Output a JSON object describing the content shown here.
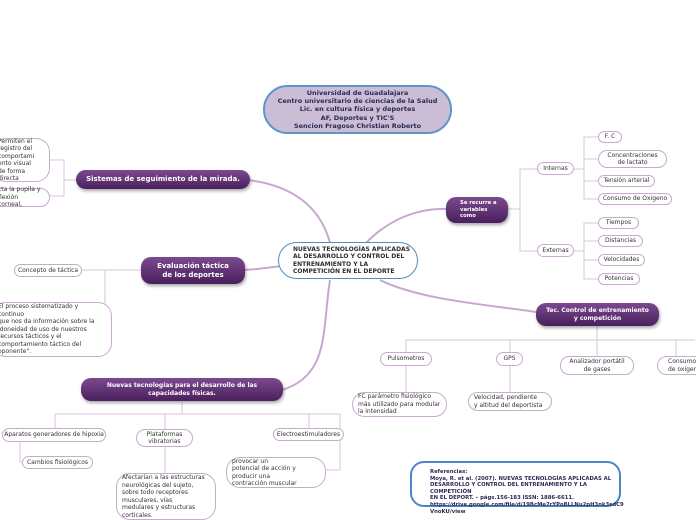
{
  "header": {
    "lines": "Universidad de Guadalajara\nCentro universitario de ciencias de la Salud\nLic. en cultura física y deportes\nAF, Deportes y TIC'S\nSencion Fragoso Christian Roberto"
  },
  "center": {
    "label": "NUEVAS TECNOLOGÍAS APLICADAS\nAL DESARROLLO Y CONTROL DEL\nENTRENAMIENTO Y LA\nCOMPETICIÓN EN EL DEPORTE"
  },
  "sistemas": {
    "label": "Sistemas de seguimiento de la mirada.",
    "leaf1": "Permiten el\nregistro del\ncomportami\nento visual\nde forma\ndirecta",
    "leaf2": "cta la pupila y\nflexión corneal,"
  },
  "evaluacion": {
    "label": "Evaluación táctica\nde los deportes",
    "concepto": "Concepto de táctica",
    "definicion": "El proceso sistematizado y continuo\nque nos da información sobre la\nidoneidad de uso de nuestros\nrecursos tácticos y el\ncomportamiento táctico del\noponente\"."
  },
  "nuevas": {
    "label": "Nuevas tecnologías para el desarrollo de las\ncapacidades físicas.",
    "aparatos": "Aparatos generadores de hipoxia",
    "cambios": "Cambios fisiológicos",
    "plataformas": "Plataformas\nvibratorias",
    "plataformas_desc": "Afectarían a las estructuras\nneurológicas del sujeto,\nsobre todo receptores\nmusculares, vías\nmedulares y estructuras\ncorticales.",
    "electro": "Electroestimuladores",
    "electro_desc": "provocar un\npotencial de acción y\nproducir una\ncontracción muscular"
  },
  "recurso": {
    "label": "Se recurre a\nvariables\ncomo",
    "internas": "Internas",
    "fc": "F. C",
    "concentraciones": "Concentraciones\nde lactato",
    "tension": "Tensión arterial",
    "consumo": "Consumo de Oxigeno",
    "externas": "Externas",
    "tiempos": "Tiempos",
    "distancias": "Distancias",
    "velocidades": "Velocidades",
    "potencias": "Potencias"
  },
  "control": {
    "label": "Tec. Control de entrenamiento\ny competición",
    "pulsometros": "Pulsometros",
    "pulsometros_desc": "FC parámetro fisiológico\nmás utilizado para modular\nla intensidad",
    "gps": "GPS",
    "gps_desc": "Velocidad, pendiente\ny altitud del deportista",
    "analizador": "Analizador portátil\nde gases",
    "consumo_oxigeno": "Consumo\nde oxigen"
  },
  "references": {
    "text": "Referencias:\nMoya, R. et al. (2007). NUEVAS TECNOLOGÍAS APLICADAS AL\nDESARROLLO Y CONTROL DEL ENTRENAMIENTO Y LA COMPETICIÓN\nEN EL DEPORT. – págs.156-183 ISSN: 1886-6611.\nhttps://drive.google.com/file/d/19BcMe7rYPoBLLNu2pH3nk3sdC9\nVnoKU/view"
  },
  "colors": {
    "main_branch": "#5b2a6e",
    "connector": "#c8a7cf",
    "center_border": "#4d8fbf",
    "header_fill": "#cbbdd6"
  }
}
